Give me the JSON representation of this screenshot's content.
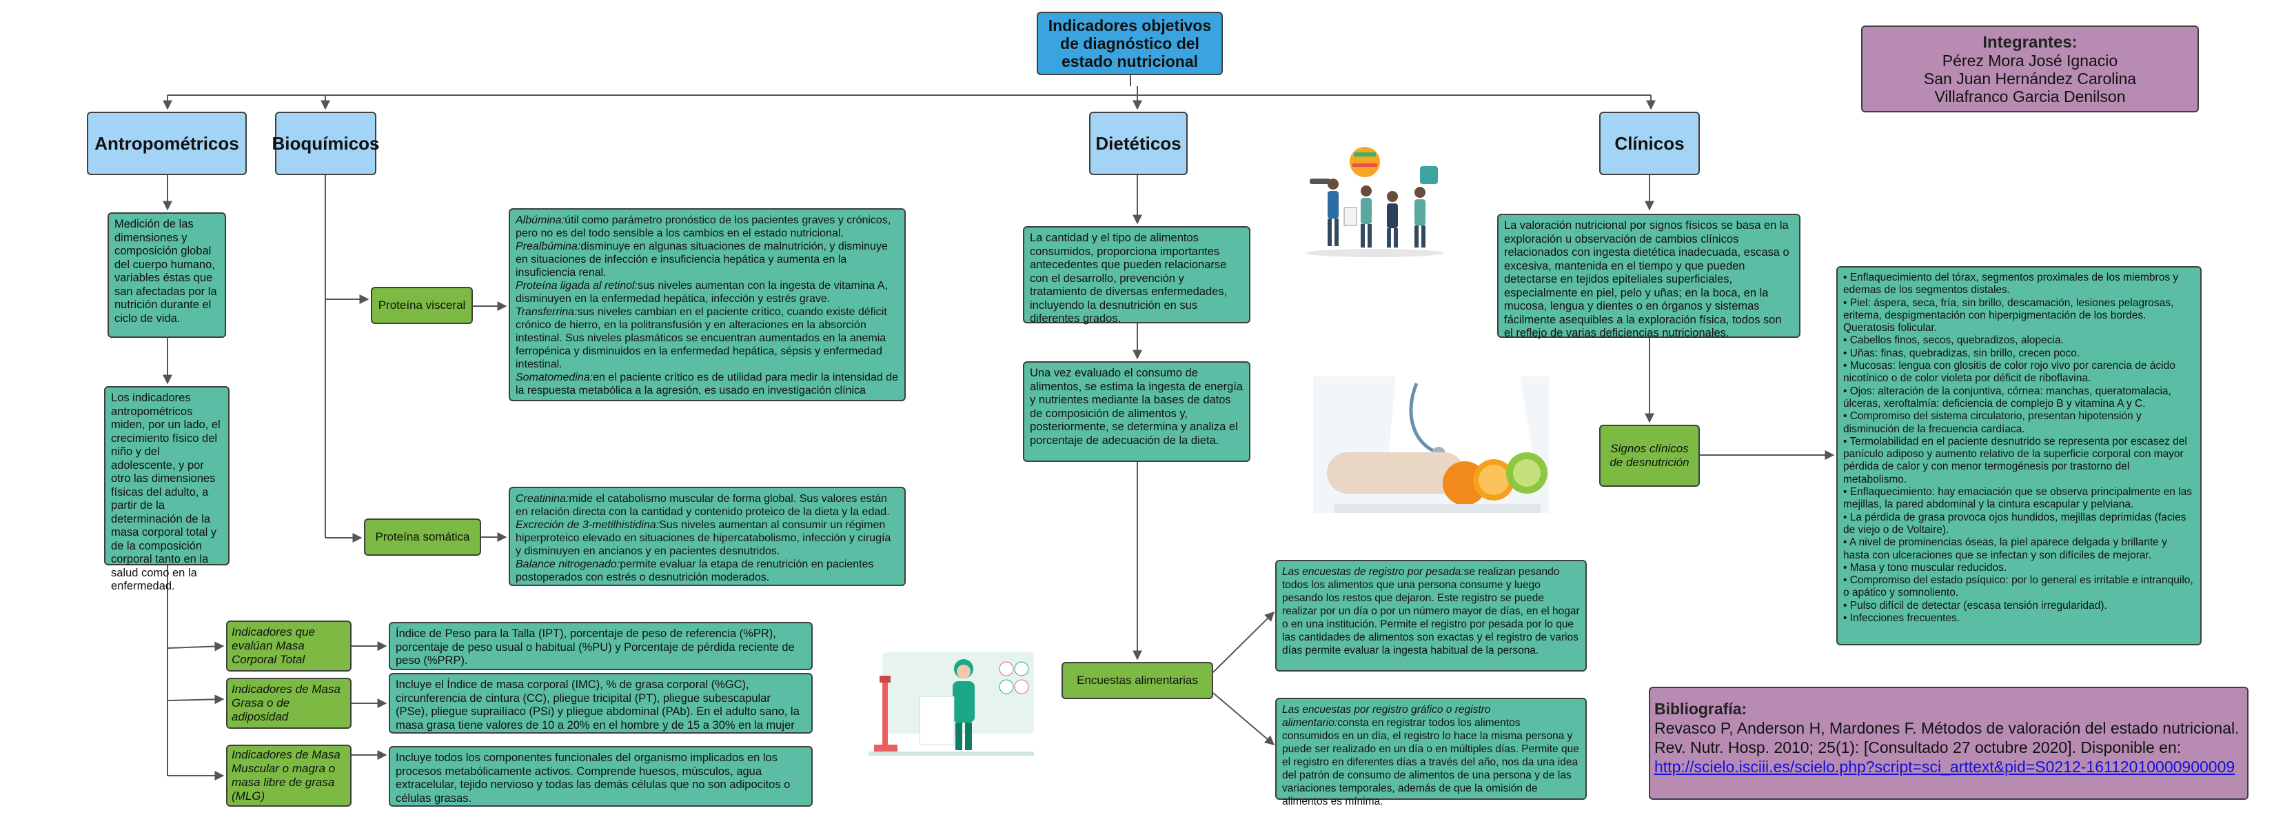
{
  "title": "Indicadores objetivos de diagnóstico del estado nutricional",
  "integrantes": {
    "heading": "Integrantes:",
    "names": [
      "Pérez Mora José Ignacio",
      "San Juan Hernández Carolina",
      "Villafranco Garcia Denilson"
    ]
  },
  "categories": {
    "antropometricos": "Antropométricos",
    "bioquimicos": "Bioquímicos",
    "dieteticos": "Dietéticos",
    "clinicos": "Clínicos"
  },
  "antropometricos": {
    "def1": "Medición de las dimensiones y composición global del cuerpo humano, variables éstas que san afectadas por la nutrición durante el ciclo de vida.",
    "def2": "Los indicadores antropométricos miden, por un lado, el crecimiento físico del niño y del adolescente, y por otro las dimensiones físicas del adulto, a partir de la determinación de la masa corporal total y de la composición corporal tanto en la salud como en la enfermedad.",
    "indicators": [
      {
        "label": "Indicadores que evalúan Masa Corporal Total",
        "text": "Índice de Peso para la Talla (IPT), porcentaje de peso de referencia (%PR), porcentaje de peso usual o habitual (%PU) y Porcentaje de pérdida reciente de peso (%PRP)."
      },
      {
        "label": "Indicadores de Masa Grasa o de adiposidad",
        "text": "Incluye el Índice de masa corporal (IMC), % de grasa corporal (%GC), circunferencia de cintura (CC), pliegue tricipital (PT), pliegue subescapular (PSe), pliegue suprailíaco (PSi) y pliegue abdominal (PAb).  En el adulto sano, la masa grasa tiene valores de 10 a 20% en el hombre y de 15 a 30% en la mujer"
      },
      {
        "label": "Indicadores de Masa Muscular o magra o masa libre de grasa (MLG)",
        "text": "Incluye todos los componentes funcionales del organismo implicados en los procesos metabólicamente activos. Comprende huesos, músculos, agua extracelular, tejido nervioso y todas las demás células que no son adipocitos o células grasas."
      }
    ]
  },
  "bioquimicos": {
    "visceral_label": "Proteína visceral",
    "visceral": [
      {
        "term": "Albúmina:",
        "desc": "útil como parámetro pronóstico de los pacientes graves y crónicos, pero no es del todo sensible a los cambios en el estado nutricional."
      },
      {
        "term": "Prealbúmina:",
        "desc": "disminuye en algunas situaciones de malnutrición, y disminuye en situaciones de infección e insuficiencia hepática y aumenta en la insuficiencia renal."
      },
      {
        "term": "Proteína ligada al retinol:",
        "desc": "sus niveles aumentan con la ingesta de vitamina A, disminuyen en la enfermedad hepática, infección y estrés grave."
      },
      {
        "term": "Transferrina:",
        "desc": "sus niveles cambian en el paciente crítico, cuando existe déficit crónico de hierro, en la politransfusión y en alteraciones en la absorción intestinal. Sus niveles plasmáticos se encuentran aumentados en la anemia ferropénica y disminuidos en la enfermedad hepática, sépsis y enfermedad intestinal."
      },
      {
        "term": "Somatomedina:",
        "desc": "en el paciente crítico es de utilidad para medir la intensidad de la respuesta metabólica a la agresión, es usado en investigación clínica"
      }
    ],
    "somatica_label": "Proteína somática",
    "somatica": [
      {
        "term": "Creatinina:",
        "desc": "mide el catabolismo muscular de forma global. Sus valores están en relación directa con la cantidad y contenido proteico de la dieta y la edad."
      },
      {
        "term": "Excreción de 3-metilhistidina:",
        "desc": "Sus niveles aumentan al consumir un régimen hiperproteico elevado en situaciones de hipercatabolismo, infección y cirugía y disminuyen en ancianos y en pacientes desnutridos."
      },
      {
        "term": "Balance nitrogenado:",
        "desc": "permite evaluar la etapa de renutrición en pacientes postoperados con estrés o desnutrición moderados."
      }
    ]
  },
  "dieteticos": {
    "def1": "La cantidad y el tipo de alimentos consumidos, proporciona importantes antecedentes que pueden relacionarse con el desarrollo, prevención y tratamiento de diversas enfermedades, incluyendo la desnutrición en sus diferentes grados.",
    "def2": "Una vez evaluado el consumo de alimentos, se estima la ingesta de energía y nutrientes mediante la bases de datos de composición de alimentos y, posteriormente, se determina y analiza el porcentaje de adecuación de la dieta.",
    "encuestas_label": "Encuestas alimentarias",
    "encuesta1_term": "Las encuestas de registro por pesada:",
    "encuesta1_desc": "se realizan pesando todos los alimentos que una persona consume y luego pesando los restos que dejaron. Este registro se puede realizar por un día o por un número mayor de días, en el hogar o en una institución. Permite el registro por pesada por lo que las cantidades de alimentos son exactas y el registro de varios días permite evaluar la ingesta habitual de la persona.",
    "encuesta2_term": "Las encuestas por registro gráfico o registro alimentario:",
    "encuesta2_desc": "consta en registrar todos los alimentos consumidos en un día, el registro lo hace la misma persona y puede ser realizado en un día o en múltiples días. Permite que el registro en diferentes días a través del año, nos da una idea del patrón de consumo de alimentos de una persona y de las variaciones temporales, además de que la omisión de alimentos es mínima."
  },
  "clinicos": {
    "def": "La valoración nutricional por signos físicos se basa en la exploración u observación de cambios clínicos relacionados con ingesta dietética inadecuada, escasa o excesiva, mantenida en el tiempo y que pueden detectarse en tejidos epiteliales superficiales, especialmente en piel, pelo y uñas; en la boca, en la mucosa, lengua y dientes o en órganos y sistemas fácilmente asequibles a la exploración física, todos son el reflejo de varias deficiencias nutricionales.",
    "signos_label": "Signos clínicos de desnutrición",
    "signos": [
      "• Enflaquecimiento del tórax, segmentos proximales de los miembros y edemas de los segmentos distales.",
      "• Piel: áspera, seca, fría, sin brillo, descamación, lesiones pelagrosas, eritema, despigmentación con hiperpigmentación de los bordes. Queratosis folicular.",
      "• Cabellos finos, secos, quebradizos, alopecia.",
      "• Uñas: finas, quebradizas, sin brillo, crecen poco.",
      "• Mucosas: lengua con glositis de color rojo vivo por carencia de ácido nicotínico o de color violeta por déficit de riboflavina.",
      "• Ojos: alteración de la conjuntiva, córnea: manchas, queratomalacia, úlceras, xeroftalmía: deficiencia de complejo B y vitamina A y C.",
      "• Compromiso del sistema circulatorio, presentan hipotensión y disminución de la frecuencia cardíaca.",
      "• Termolabilidad en el paciente desnutrido se representa por escasez del panículo adiposo y aumento relativo de la superficie corporal con mayor pérdida de calor y con menor termogénesis por trastorno del metabolismo.",
      "• Enflaquecimiento: hay emaciación que se observa principalmente en las mejillas, la pared abdominal y la cintura escapular y pelviana.",
      "• La pérdida de grasa provoca ojos hundidos, mejillas deprimidas (facies de viejo o de Voltaire).",
      "• A nivel de prominencias óseas, la piel aparece delgada y brillante y hasta con ulceraciones que se infectan y son difíciles de mejorar.",
      "• Masa y tono muscular reducidos.",
      "• Compromiso del estado psíquico: por lo general es irritable e intranquilo, o apático y somnoliento.",
      "• Pulso difícil de detectar (escasa tensión irregularidad).",
      "• Infecciones frecuentes."
    ]
  },
  "bibliografia": {
    "heading": "Bibliografía:",
    "text": "Revasco P, Anderson H, Mardones F. Métodos de valoración del estado nutricional. Rev. Nutr. Hosp. 2010; 25(1): [Consultado 27 octubre 2020]. Disponible en:",
    "link": "http://scielo.isciii.es/scielo.php?script=sci_arttext&pid=S0212-16112010000900009"
  },
  "colors": {
    "title": "#3aa4e0",
    "category": "#a3d3f5",
    "content": "#5bbda3",
    "subcategory": "#7cba43",
    "purple": "#b88bb3",
    "link": "#1010dd"
  }
}
